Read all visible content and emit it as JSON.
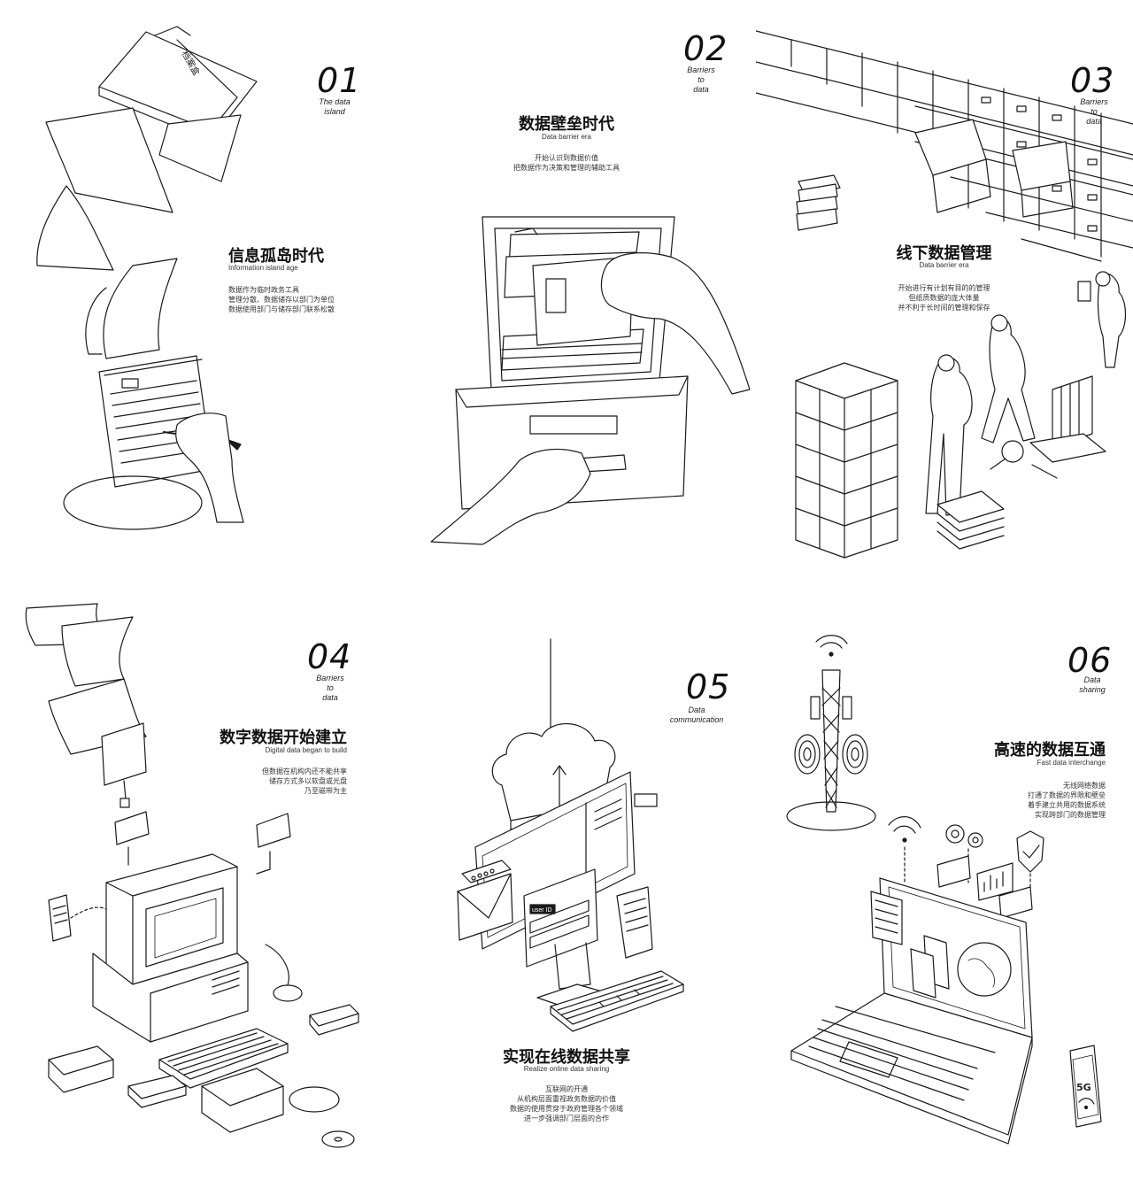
{
  "panels": [
    {
      "number": "01",
      "subtitle": "The data\nisland",
      "title_cn": "信息孤岛时代",
      "title_en": "Information island age",
      "desc": [
        "数据作为临时政务工具",
        "管理分散、数据储存以部门为单位",
        "数据使用部门与储存部门联系松散"
      ],
      "folder_label": "档案盒"
    },
    {
      "number": "02",
      "subtitle": "Barriers\nto\ndata",
      "title_cn": "数据壁垒时代",
      "title_en": "Data barrier era",
      "desc": [
        "开始认识到数据价值",
        "把数据作为决策和管理的辅助工具"
      ]
    },
    {
      "number": "03",
      "subtitle": "Barriers\nto\ndata",
      "title_cn": "线下数据管理",
      "title_en": "Data barrier era",
      "desc": [
        "开始进行有计划有目的的管理",
        "但纸质数据的庞大体量",
        "并不利于长时间的管理和保存"
      ]
    },
    {
      "number": "04",
      "subtitle": "Barriers\nto\ndata",
      "title_cn": "数字数据开始建立",
      "title_en": "Digital data began to build",
      "desc": [
        "但数据在机构内还不能共享",
        "储存方式多以软盘或光盘",
        "乃至磁带为主"
      ]
    },
    {
      "number": "05",
      "subtitle": "Data\ncommunication",
      "title_cn": "实现在线数据共享",
      "title_en": "Realize online data sharing",
      "desc": [
        "互联网的开通",
        "从机构层面重视政务数据的价值",
        "数据的使用贯穿于政府管理各个领域",
        "进一步强调部门层面的合作"
      ],
      "login_label": "user ID"
    },
    {
      "number": "06",
      "subtitle": "Data\nsharing",
      "title_cn": "高速的数据互通",
      "title_en": "Fast data interchange",
      "desc": [
        "无线网络数据",
        "打通了数据的界限和壁垒",
        "着手建立共用的数据系统",
        "实现跨部门的数据管理"
      ],
      "phone_label": "5G"
    }
  ]
}
